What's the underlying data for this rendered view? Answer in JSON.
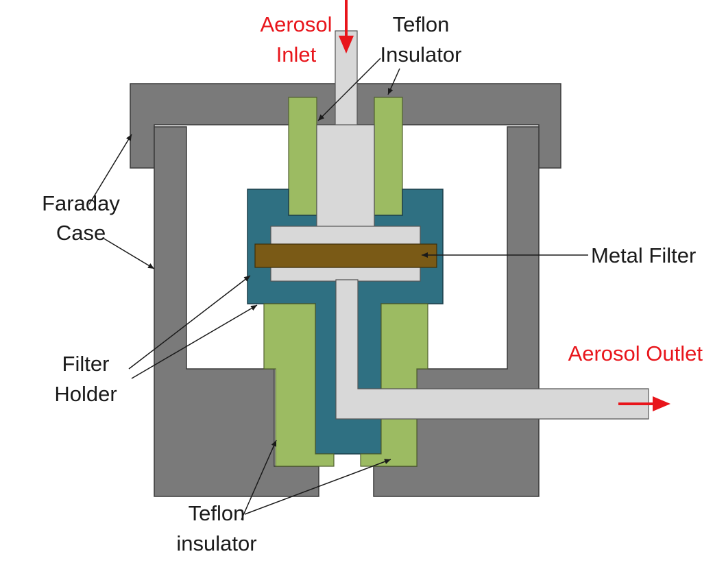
{
  "labels": {
    "aerosol_inlet_line1": "Aerosol",
    "aerosol_inlet_line2": "Inlet",
    "teflon_insulator_top_line1": "Teflon",
    "teflon_insulator_top_line2": "Insulator",
    "faraday_case_line1": "Faraday",
    "faraday_case_line2": "Case",
    "metal_filter": "Metal Filter",
    "aerosol_outlet": "Aerosol Outlet",
    "filter_holder_line1": "Filter",
    "filter_holder_line2": "Holder",
    "teflon_insulator_bottom_line1": "Teflon",
    "teflon_insulator_bottom_line2": "insulator"
  },
  "colors": {
    "faraday_case": "#7a7a7a",
    "teflon": "#9cbb62",
    "filter_holder": "#2f7082",
    "metal_filter": "#7a5a16",
    "flow_channel": "#d8d8d8",
    "highlight_text": "#e8151b",
    "text": "#1a1a1a"
  }
}
